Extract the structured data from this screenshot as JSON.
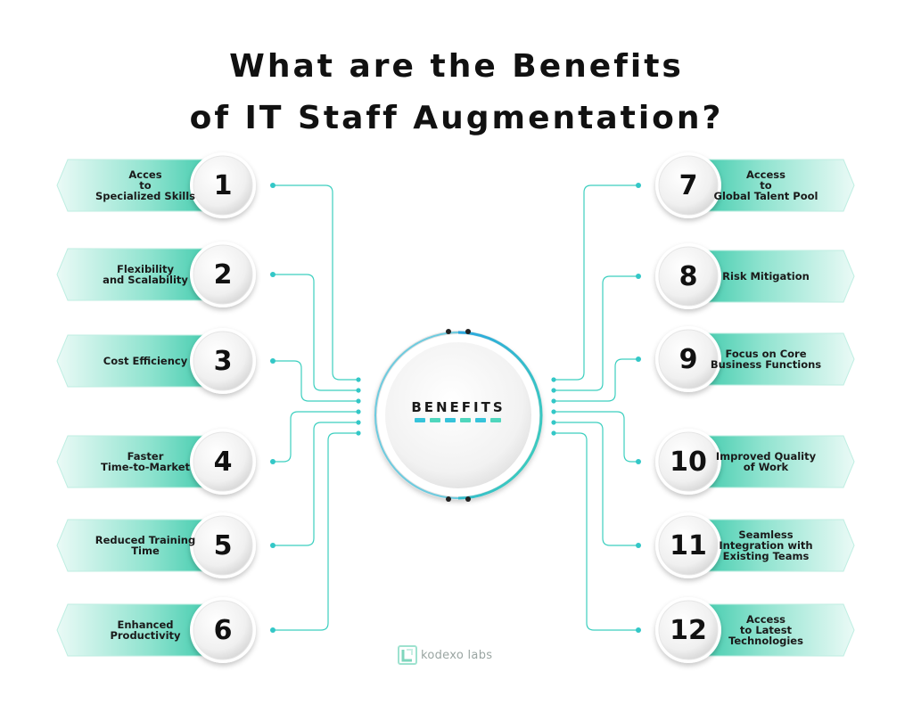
{
  "title": {
    "line1": "What are the Benefits",
    "line2": "of IT Staff Augmentation?"
  },
  "center": {
    "label": "BENEFITS"
  },
  "colors": {
    "accent": "#4fd6bd",
    "accent_dark": "#2fbfa3",
    "line": "#3ccfbf",
    "dot": "#33c7c7",
    "center_ring": "#2fb6d6",
    "text": "#111111"
  },
  "benefits": [
    {
      "number": "1",
      "label": "Acces\nto\nSpecialized Skills"
    },
    {
      "number": "2",
      "label": "Flexibility\nand Scalability"
    },
    {
      "number": "3",
      "label": "Cost Efficiency"
    },
    {
      "number": "4",
      "label": "Faster\nTime-to-Market"
    },
    {
      "number": "5",
      "label": "Reduced Training\nTime"
    },
    {
      "number": "6",
      "label": "Enhanced\nProductivity"
    },
    {
      "number": "7",
      "label": "Access\nto\nGlobal Talent Pool"
    },
    {
      "number": "8",
      "label": "Risk Mitigation"
    },
    {
      "number": "9",
      "label": "Focus on Core\nBusiness Functions"
    },
    {
      "number": "10",
      "label": "Improved Quality\nof Work"
    },
    {
      "number": "11",
      "label": "Seamless\nIntegration with\nExisting Teams"
    },
    {
      "number": "12",
      "label": "Access\nto Latest\nTechnologies"
    }
  ],
  "logo": {
    "icon": "kodexo-logo-icon",
    "text": "kodexo labs"
  }
}
